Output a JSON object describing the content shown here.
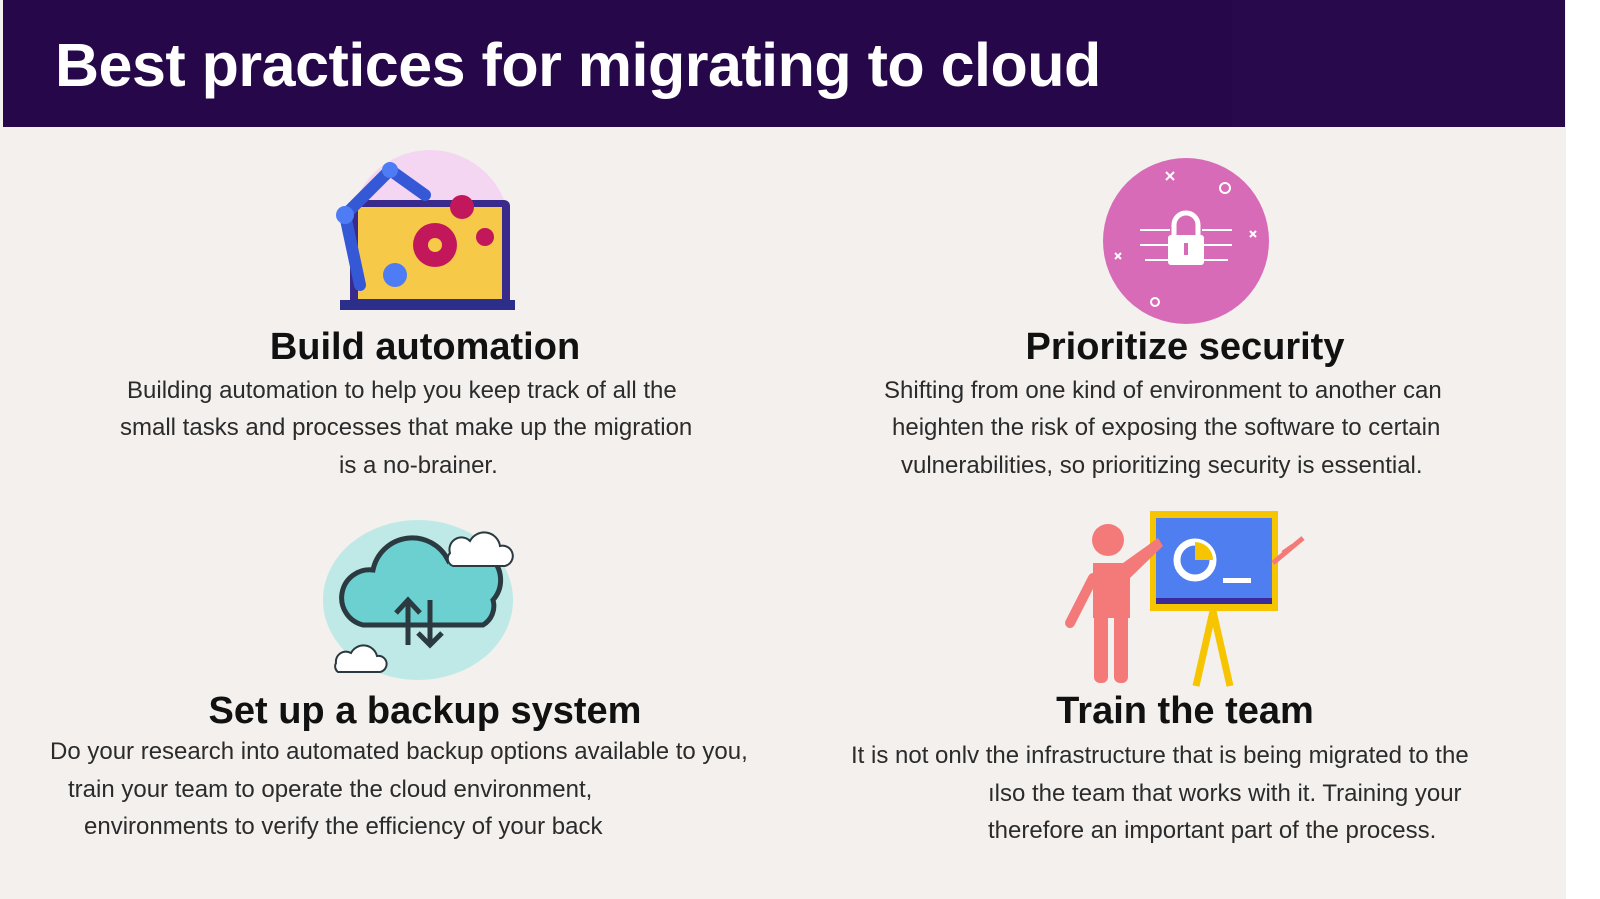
{
  "title": "Best practices for migrating to cloud",
  "sections": [
    {
      "heading": "Build automation",
      "icon": "robot-arm-gears-icon",
      "lines": [
        "Building automation to help you keep track of all the",
        "small tasks and processes that make up the migration",
        "is a no-brainer."
      ]
    },
    {
      "heading": "Prioritize security",
      "icon": "padlock-circuit-icon",
      "lines": [
        "Shifting from one kind of environment to another can",
        "heighten the risk of exposing the software to certain",
        "vulnerabilities, so prioritizing security is essential."
      ]
    },
    {
      "heading": "Set up a backup system",
      "icon": "cloud-sync-icon",
      "lines": [
        "Do your research into automated backup options available to you,",
        "train your team to operate the cloud environment,",
        "environments to verify the efficiency of your back"
      ]
    },
    {
      "heading": "Train the team",
      "icon": "presentation-board-icon",
      "lines": [
        "It is not onlv the infrastructure that is being migrated to the",
        "ılso the team that works with it. Training your",
        "therefore an important part of the process."
      ]
    }
  ],
  "colors": {
    "header": "#26084a",
    "background": "#f3f0ed",
    "pink": "#d86bb8",
    "teal": "#6ccfd0",
    "coral": "#f47a7a"
  }
}
